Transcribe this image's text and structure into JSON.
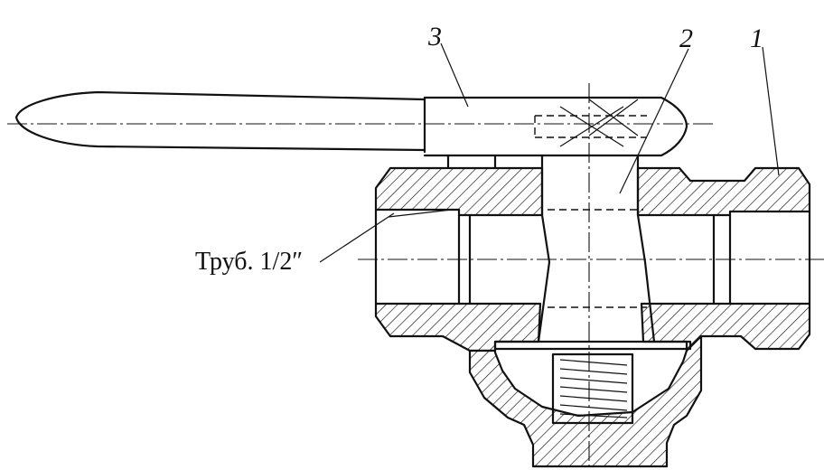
{
  "labels": {
    "part_1": "1",
    "part_2": "2",
    "part_3": "3",
    "pipe": "Труб. 1/2″"
  }
}
